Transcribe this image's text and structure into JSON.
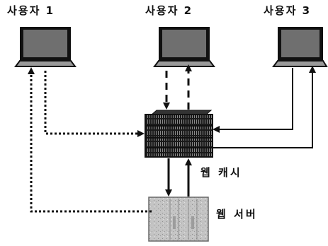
{
  "users": [
    {
      "label": "사용자 1"
    },
    {
      "label": "사용자 2"
    },
    {
      "label": "사용자 3"
    }
  ],
  "web_cache": {
    "label": "웹 캐시"
  },
  "web_server": {
    "label": "웹 서버"
  },
  "icons": [
    "laptop-icon",
    "cache-server-icon",
    "web-server-icon"
  ],
  "colors": {
    "ink": "#111111",
    "screen": "#6f6f6f",
    "server": "#b5b5b5"
  }
}
